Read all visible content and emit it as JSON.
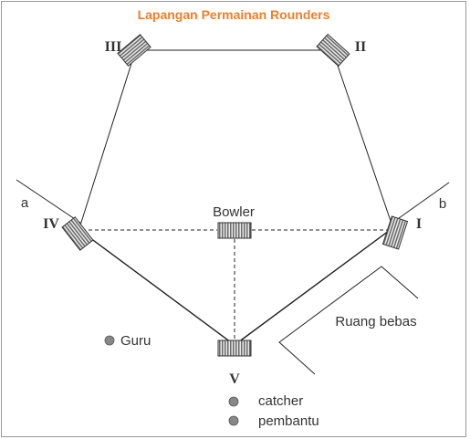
{
  "title": "Lapangan Permainan Rounders",
  "colors": {
    "title": "#f07e26",
    "line": "#222222",
    "pad_fill": "#9a9a9a",
    "dot": "#888888",
    "frame": "#999999"
  },
  "bases": {
    "base_1": "I",
    "base_2": "II",
    "base_3": "III",
    "base_4": "IV",
    "base_5": "V"
  },
  "labels": {
    "bowler": "Bowler",
    "line_a": "a",
    "line_b": "b",
    "free_zone": "Ruang bebas"
  },
  "people": {
    "guru": "Guru",
    "catcher": "catcher",
    "pembantu": "pembantu"
  }
}
